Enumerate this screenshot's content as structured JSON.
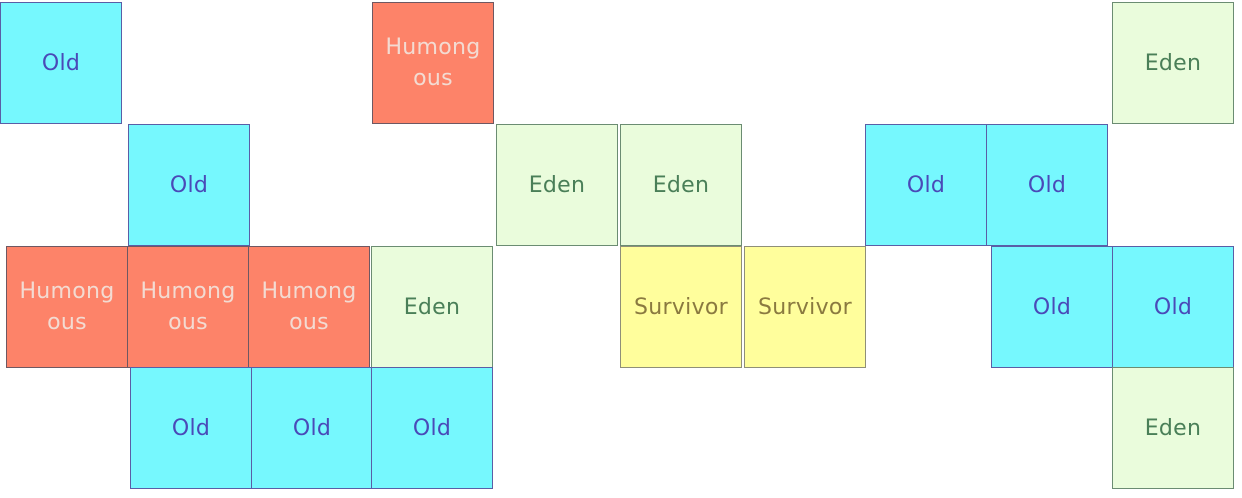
{
  "colors": {
    "old": "#76f8fe",
    "humongous": "#fd8369",
    "eden": "#eafcdc",
    "survivor": "#fffe9c"
  },
  "regions": [
    {
      "type": "old",
      "label": "Old"
    },
    {
      "type": "humongous",
      "label": "Humong\nous"
    },
    {
      "type": "eden",
      "label": "Eden"
    },
    {
      "type": "old",
      "label": "Old"
    },
    {
      "type": "eden",
      "label": "Eden"
    },
    {
      "type": "eden",
      "label": "Eden"
    },
    {
      "type": "old",
      "label": "Old"
    },
    {
      "type": "old",
      "label": "Old"
    },
    {
      "type": "humongous",
      "label": "Humong\nous"
    },
    {
      "type": "humongous",
      "label": "Humong\nous"
    },
    {
      "type": "humongous",
      "label": "Humong\nous"
    },
    {
      "type": "eden",
      "label": "Eden"
    },
    {
      "type": "survivor",
      "label": "Survivor"
    },
    {
      "type": "survivor",
      "label": "Survivor"
    },
    {
      "type": "old",
      "label": "Old"
    },
    {
      "type": "old",
      "label": "Old"
    },
    {
      "type": "old",
      "label": "Old"
    },
    {
      "type": "old",
      "label": "Old"
    },
    {
      "type": "old",
      "label": "Old"
    },
    {
      "type": "eden",
      "label": "Eden"
    }
  ]
}
